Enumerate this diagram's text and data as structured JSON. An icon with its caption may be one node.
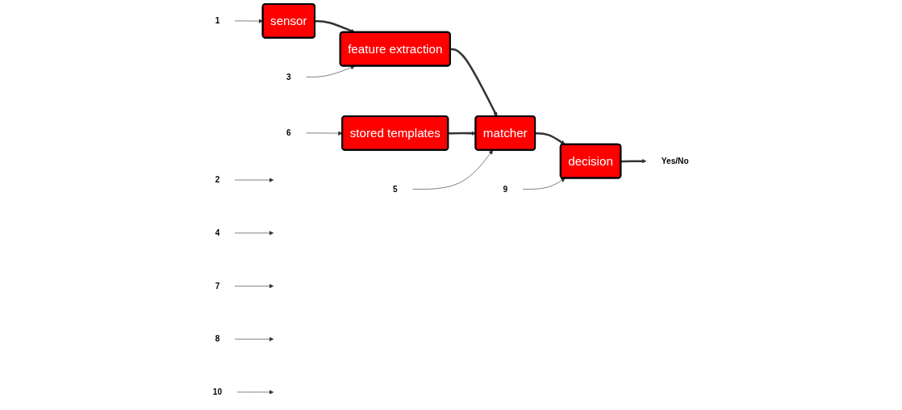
{
  "diagram": {
    "nodes": [
      {
        "text": [
          "sensor"
        ]
      },
      {
        "text": [
          "feature extraction"
        ]
      },
      {
        "text": [
          "matcher"
        ]
      },
      {
        "text": [
          "decision"
        ]
      },
      {
        "text": [
          "stored templates"
        ]
      },
      {
        "text": [
          "Yes/No"
        ]
      },
      {
        "text": [
          "1"
        ]
      },
      {
        "text": [
          "2"
        ]
      },
      {
        "text": [
          "3"
        ]
      },
      {
        "text": [
          "4"
        ]
      },
      {
        "text": [
          "5"
        ]
      },
      {
        "text": [
          "6"
        ]
      },
      {
        "text": [
          "7"
        ]
      },
      {
        "text": [
          "8"
        ]
      },
      {
        "text": [
          "9"
        ]
      },
      {
        "text": [
          "10"
        ]
      }
    ],
    "edges": [
      {
        "from": 0,
        "to": 1,
        "arrow": "to",
        "style": "thick"
      },
      {
        "from": 1,
        "to": 2,
        "arrow": "to",
        "style": "thick"
      },
      {
        "from": 4,
        "to": 2,
        "arrow": "to",
        "style": "thick"
      },
      {
        "from": 2,
        "to": 3,
        "arrow": "to",
        "style": "thick"
      },
      {
        "from": 3,
        "to": 5,
        "arrow": "to",
        "style": "thick"
      },
      {
        "from": 6,
        "to": 0,
        "arrow": "to"
      },
      {
        "from": 7,
        "to": null,
        "arrow": "to"
      },
      {
        "from": 8,
        "to": 1,
        "arrow": "to"
      },
      {
        "from": 9,
        "to": null,
        "arrow": "to"
      },
      {
        "from": 10,
        "to": 2,
        "arrow": "to"
      },
      {
        "from": 11,
        "to": 4,
        "arrow": "to"
      },
      {
        "from": 12,
        "to": null,
        "arrow": "to"
      },
      {
        "from": 13,
        "to": null,
        "arrow": "to"
      },
      {
        "from": 14,
        "to": 3,
        "arrow": "to"
      },
      {
        "from": 15,
        "to": null,
        "arrow": "to"
      }
    ]
  }
}
